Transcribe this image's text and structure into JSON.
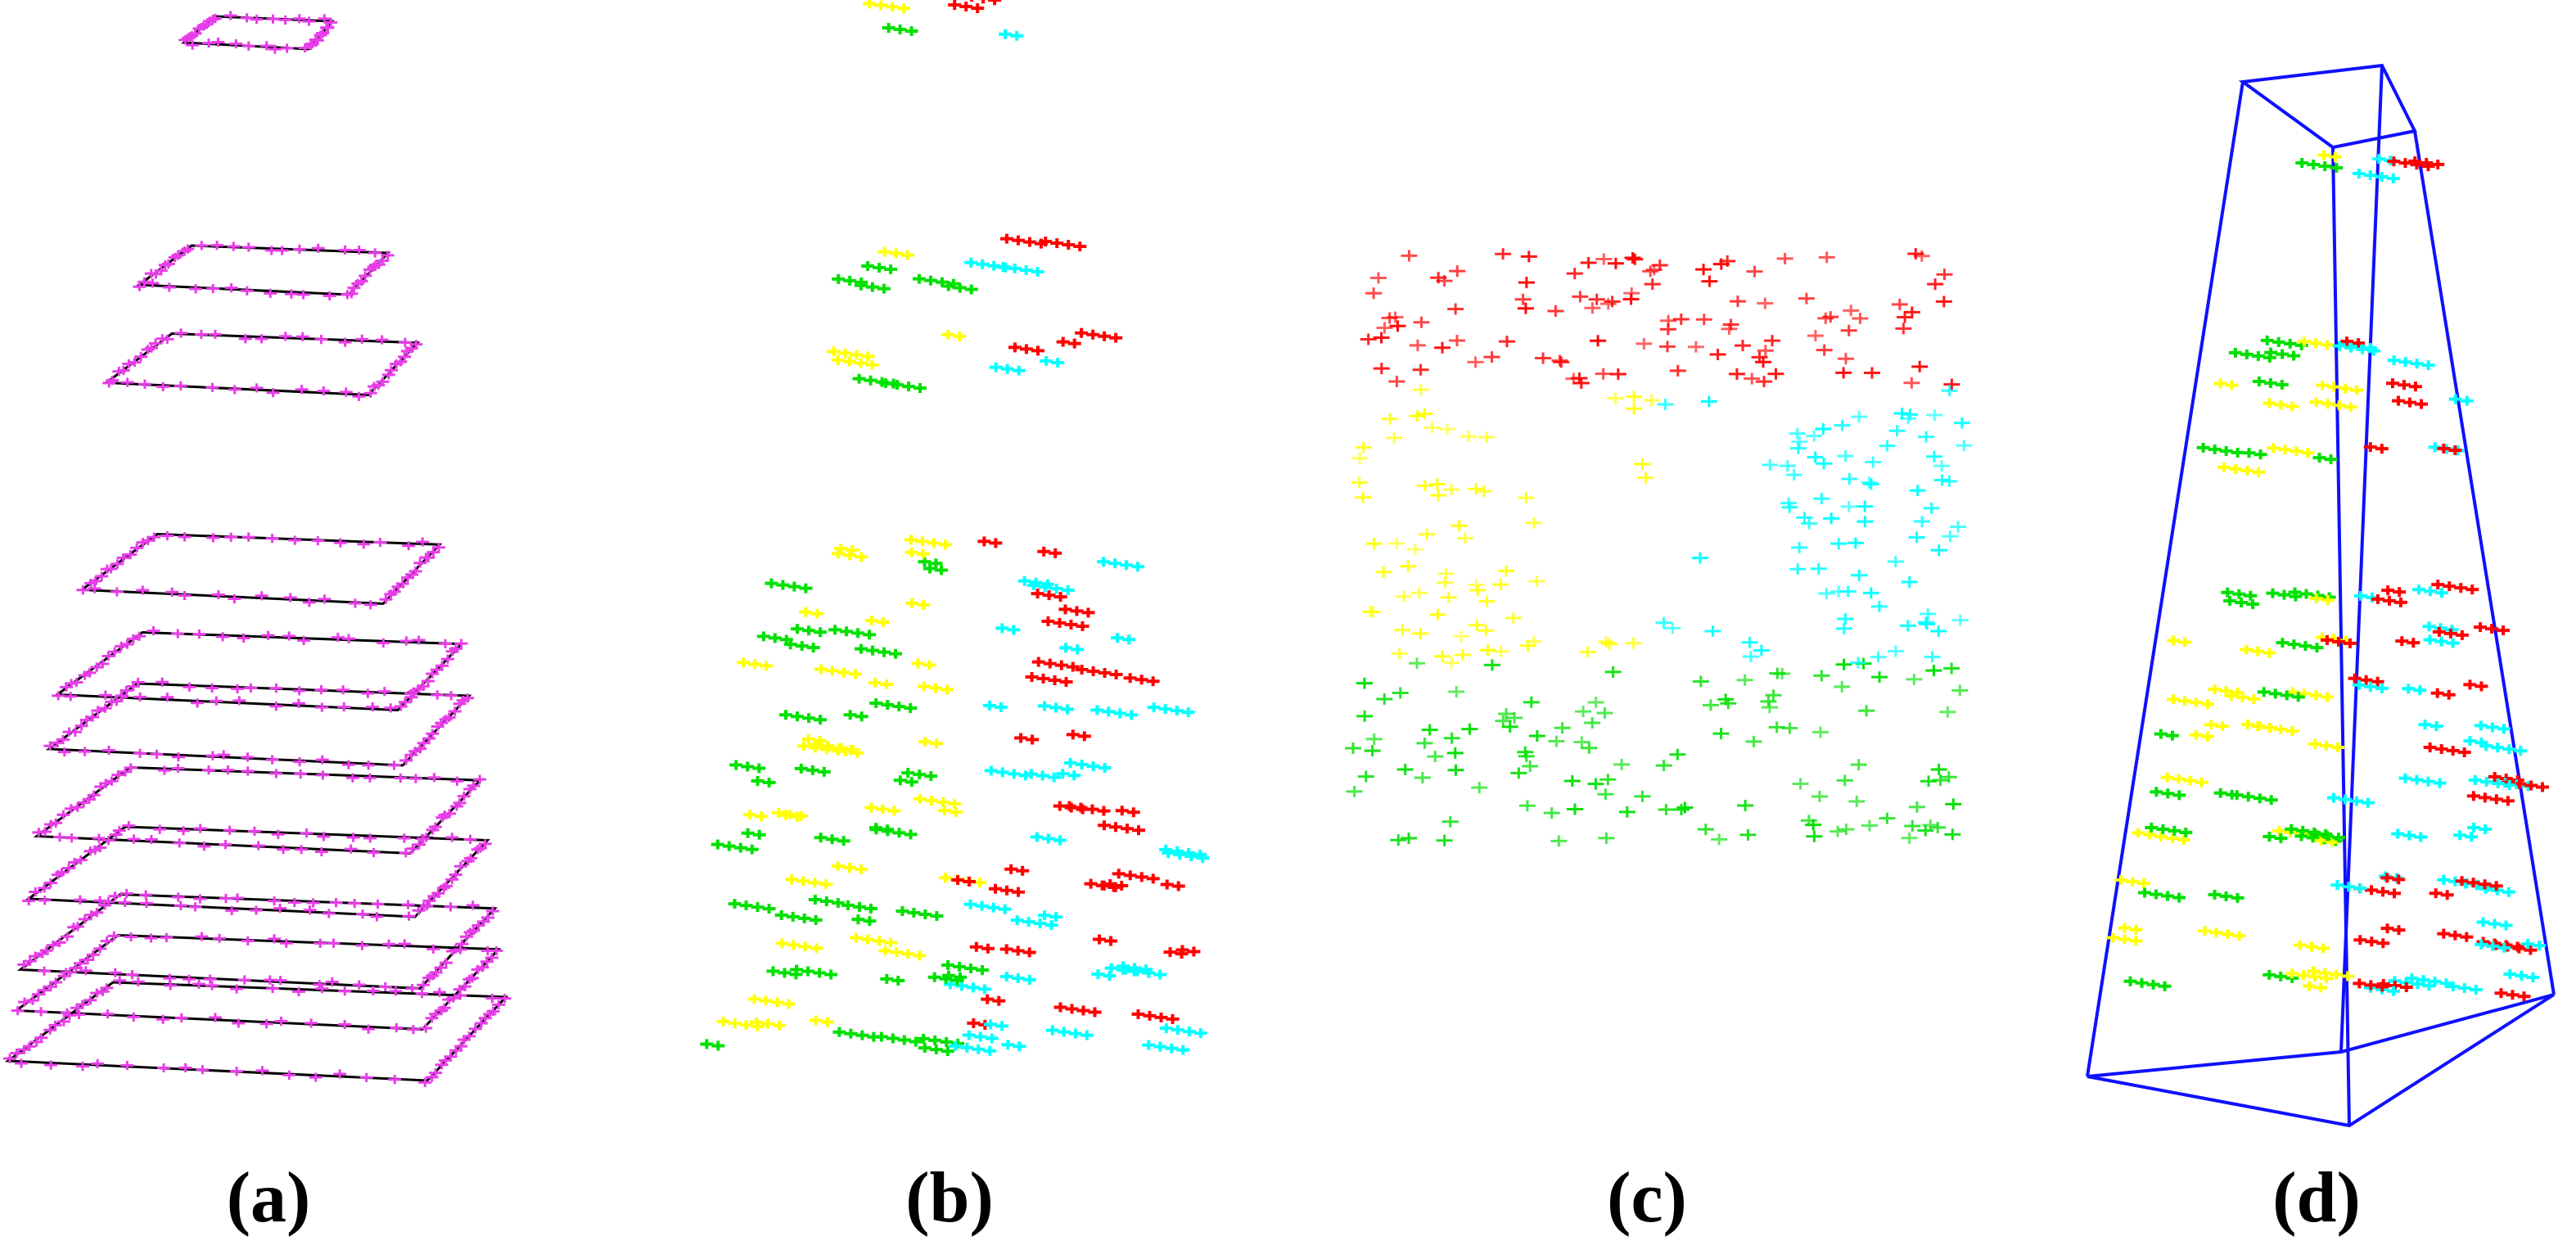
{
  "colors": {
    "outline": "#000000",
    "boundary_points": "#e83de8",
    "cluster_red": "#ff0000",
    "cluster_yellow": "#ffff00",
    "cluster_green": "#00e000",
    "cluster_cyan": "#00ffff",
    "frustum": "#1010ff"
  },
  "captions": {
    "a": "(a)",
    "b": "(b)",
    "c": "(c)",
    "d": "(d)"
  }
}
